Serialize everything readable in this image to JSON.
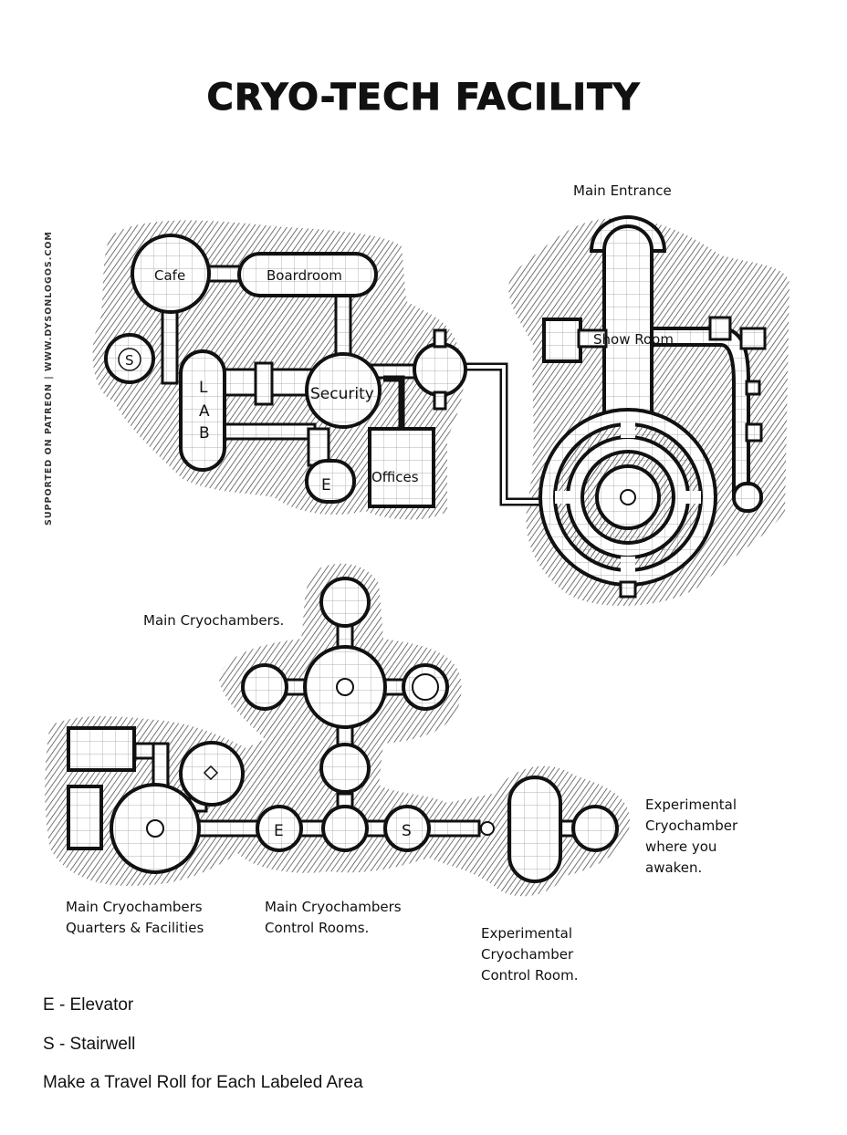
{
  "title": "CRYO-TECH FACILITY",
  "credit": "SUPPORTED ON PATREON | WWW.DYSONLOGOS.COM",
  "map": {
    "upper_level": {
      "labels": {
        "main_entrance": "Main Entrance",
        "cafe": "Cafe",
        "boardroom": "Boardroom",
        "stairwell": "S",
        "lab_l": "L",
        "lab_a": "A",
        "lab_b": "B",
        "security": "Security",
        "elevator": "E",
        "offices": "Offices",
        "show_room": "Show Room"
      }
    },
    "lower_level": {
      "labels": {
        "main_cryochambers": "Main Cryochambers.",
        "elevator": "E",
        "stairwell": "S",
        "experimental_1": "Experimental",
        "experimental_2": "Cryochamber",
        "experimental_3": "where you",
        "experimental_4": "awaken.",
        "quarters_1": "Main Cryochambers",
        "quarters_2": "Quarters & Facilities",
        "control_1": "Main Cryochambers",
        "control_2": "Control Rooms.",
        "exp_control_1": "Experimental",
        "exp_control_2": "Cryochamber",
        "exp_control_3": "Control Room."
      }
    }
  },
  "legend": {
    "elevator": "E - Elevator",
    "stairwell": "S - Stairwell",
    "instruction": "Make a Travel Roll for Each Labeled Area"
  }
}
